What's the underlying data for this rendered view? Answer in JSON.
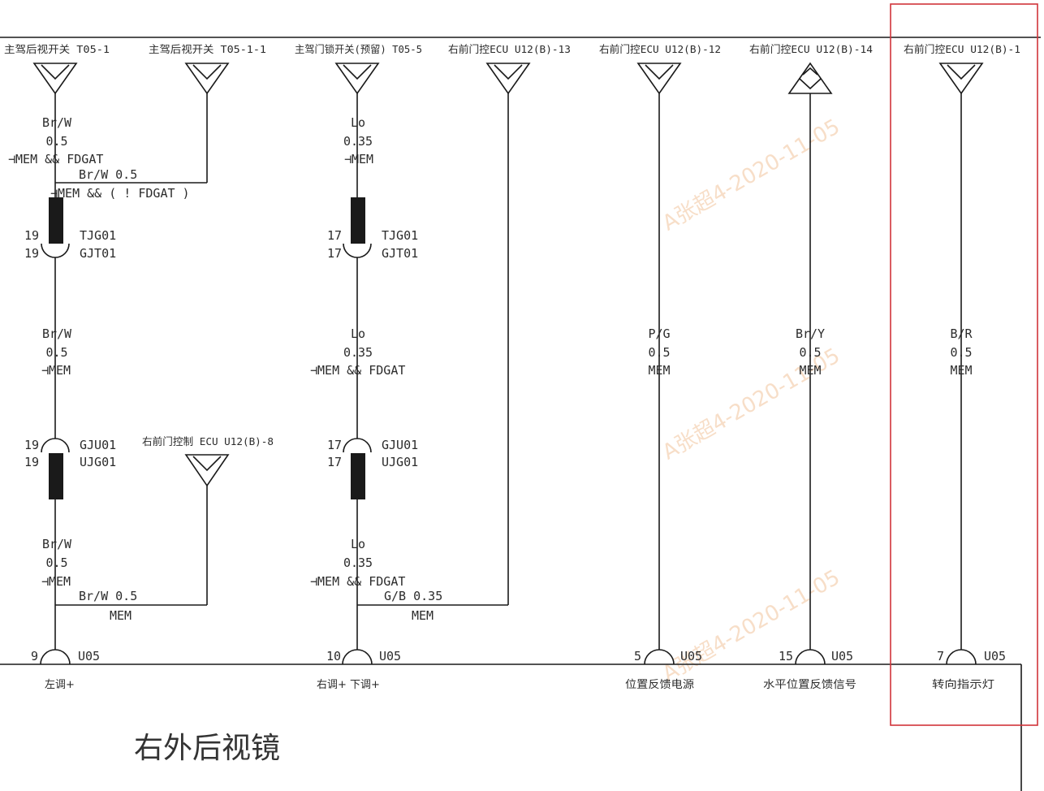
{
  "diagram": {
    "title": "右外后视镜",
    "watermark": "A张超4-2020-11-05",
    "colors": {
      "line": "#1a1a1a",
      "highlight": "#d0343a",
      "watermark": "#f2c49c"
    },
    "top_connectors": [
      {
        "label": "主驾后视开关 T05-1"
      },
      {
        "label": "主驾后视开关 T05-1-1"
      },
      {
        "label": "主驾门锁开关(预留) T05-5"
      },
      {
        "label": "右前门控ECU U12(B)-13"
      },
      {
        "label": "右前门控ECU U12(B)-12"
      },
      {
        "label": "右前门控ECU U12(B)-14"
      },
      {
        "label": "右前门控ECU U12(B)-1"
      }
    ],
    "mid_connector": {
      "label": "右前门控制 ECU U12(B)-8"
    },
    "wires": {
      "w1_top": {
        "color": "Br/W",
        "size": "0.5",
        "option": "⊣MEM && FDGAT"
      },
      "w2_branch": {
        "spec": "Br/W 0.5",
        "option": "⊣MEM && ( ! FDGAT )"
      },
      "w1_mid": {
        "color": "Br/W",
        "size": "0.5",
        "option": "⊣MEM"
      },
      "w1_low": {
        "color": "Br/W",
        "size": "0.5",
        "option": "⊣MEM"
      },
      "w1_branch": {
        "spec": "Br/W 0.5",
        "option": "MEM"
      },
      "w3_top": {
        "color": "Lo",
        "size": "0.35",
        "option": "⊣MEM"
      },
      "w3_mid": {
        "color": "Lo",
        "size": "0.35",
        "option": "⊣MEM && FDGAT"
      },
      "w3_low": {
        "color": "Lo",
        "size": "0.35",
        "option": "⊣MEM && FDGAT"
      },
      "w4_branch": {
        "spec": "G/B 0.35",
        "option": "MEM"
      },
      "w5": {
        "color": "P/G",
        "size": "0.5",
        "option": "MEM"
      },
      "w6": {
        "color": "Br/Y",
        "size": "0.5",
        "option": "MEM"
      },
      "w7": {
        "color": "B/R",
        "size": "0.5",
        "option": "MEM"
      }
    },
    "inline_connectors": [
      {
        "pin_a": "19",
        "pin_b": "19",
        "name_a": "TJG01",
        "name_b": "GJT01"
      },
      {
        "pin_a": "19",
        "pin_b": "19",
        "name_a": "GJU01",
        "name_b": "UJG01"
      },
      {
        "pin_a": "17",
        "pin_b": "17",
        "name_a": "TJG01",
        "name_b": "GJT01"
      },
      {
        "pin_a": "17",
        "pin_b": "17",
        "name_a": "GJU01",
        "name_b": "UJG01"
      }
    ],
    "device": {
      "connector": "U05",
      "pins": [
        {
          "pin": "9",
          "function": "左调+"
        },
        {
          "pin": "10",
          "function": "右调+ 下调+"
        },
        {
          "pin": "5",
          "function": "位置反馈电源"
        },
        {
          "pin": "15",
          "function": "水平位置反馈信号"
        },
        {
          "pin": "7",
          "function": "转向指示灯"
        }
      ]
    }
  }
}
